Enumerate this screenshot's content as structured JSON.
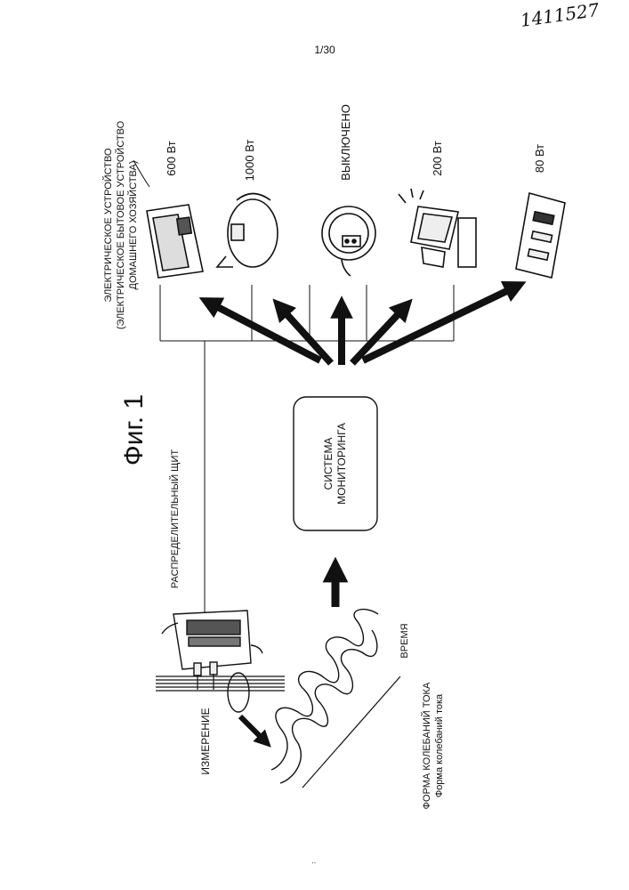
{
  "header": {
    "doc_number": "1411527",
    "page_label": "1/30"
  },
  "figure": {
    "title": "Фиг. 1",
    "distribution_board": "РАСПРЕДЕЛИТЕЛЬНЫЙ ЩИТ",
    "measurement": "ИЗМЕРЕНИЕ",
    "monitoring_system": [
      "СИСТЕМА",
      "МОНИТОРИНГА"
    ],
    "appliance_group": [
      "ЭЛЕКТРИЧЕСКОЕ УСТРОЙСТВО",
      "(ЭЛЕКТРИЧЕСКОЕ БЫТОВОЕ УСТРОЙСТВО",
      "ДОМАШНЕГО ХОЗЯЙСТВА)"
    ],
    "waveform_title": "ФОРМА КОЛЕБАНИЙ ТОКА",
    "waveform_subtitle": "Форма колебаний тока",
    "time_axis": "ВРЕМЯ",
    "appliances": [
      {
        "name": "microwave-oven",
        "power": "600 Вт"
      },
      {
        "name": "electric-kettle",
        "power": "1000 Вт"
      },
      {
        "name": "rice-cooker",
        "power": "ВЫКЛЮЧЕНО"
      },
      {
        "name": "computer",
        "power": "200 Вт"
      },
      {
        "name": "audio-system",
        "power": "80 Вт"
      }
    ]
  }
}
